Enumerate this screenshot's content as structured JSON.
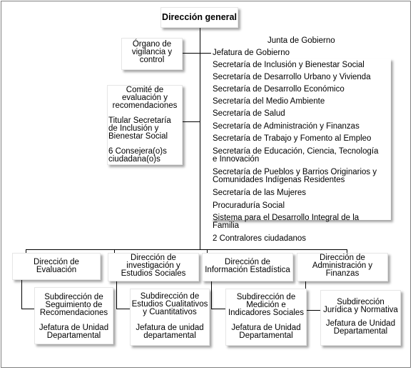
{
  "root": {
    "label": "Dirección general"
  },
  "left_top": {
    "label": "Órgano de\nvigilancia y\ncontrol"
  },
  "left_mid": {
    "title": "Comité de\nevaluación y\nrecomendaciones",
    "item1": "Titular Secretaría\nde Inclusión y\nBienestar Social",
    "item2": "6 Consejera(o)s\nciudadana(o)s"
  },
  "right_list": {
    "header1": "Junta de Gobierno",
    "header2": "Jefatura de Gobierno",
    "items": [
      "Secretaría de Inclusión y Bienestar Social",
      "Secretaría de Desarrollo Urbano y Vivienda",
      "Secretaría de Desarrollo Económico",
      "Secretaría del Medio Ambiente",
      "Secretaría de Salud",
      "Secretaría de Administración y Finanzas",
      "Secretaría de Trabajo y  Fomento al Empleo",
      "Secretaría de Educación, Ciencia, Tecnología\ne Innovación",
      "Secretaría de Pueblos y Barrios Originarios y\nComunidades Indígenas Residentes",
      "Secretaría de las Mujeres",
      "Procuraduría Social",
      "Sistema para el Desarrollo Integral de la\nFamilia",
      "2 Contralores ciudadanos"
    ]
  },
  "directions": [
    {
      "label": "Dirección de\nEvaluación",
      "sub": "Subdirección de\nSeguimiento de\nRecomendaciones",
      "jef": "Jefatura de Unidad\nDepartamental"
    },
    {
      "label": "Dirección de\ninvestigación y\nEstudios Sociales",
      "sub": "Subdirección de\nEstudios Cualitativos\ny Cuantitativos",
      "jef": "Jefatura de unidad\ndepartamental"
    },
    {
      "label": "Dirección de\nInformación Estadística",
      "sub": "Subdirección de\nMedición e\nIndicadores Sociales",
      "jef": "Jefatura de Unidad\nDepartamental"
    },
    {
      "label": "Dirección de\nAdministración y\nFinanzas",
      "sub": "Subdirección\nJurídica y  Normativa",
      "jef": "Jefatura de Unidad\nDepartamental"
    }
  ]
}
